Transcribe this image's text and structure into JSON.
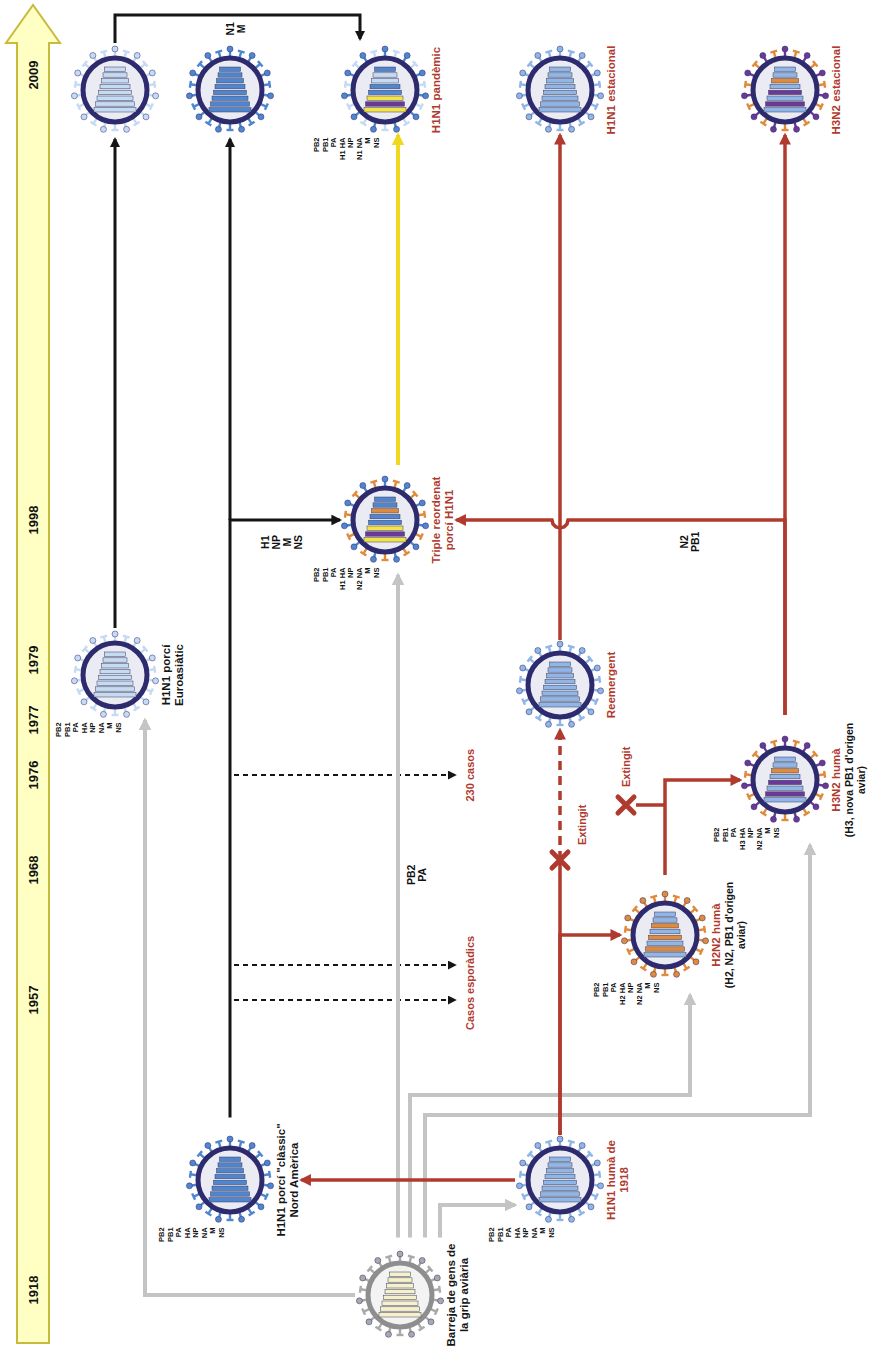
{
  "diagram": {
    "nodes": [
      {
        "text": [
          "Barreja de gens de la grip aviària"
        ]
      },
      {
        "text": [
          "PB2",
          "PB1",
          "PA",
          "HA",
          "NP",
          "NA",
          "M",
          "NS",
          "H1N1 porcí \"clàssic\" Nord Amèrica"
        ]
      },
      {
        "text": [
          "PB2",
          "PB1",
          "PA",
          "HA",
          "NP",
          "NA",
          "M",
          "NS",
          "H1N1 humà de 1918"
        ]
      },
      {
        "text": [
          "PB2",
          "PB1",
          "PA",
          "H2 HA",
          "NP",
          "N2 NA",
          "M",
          "NS",
          "H2N2 humà",
          "(H2, N2, PB1 d'origen aviar)"
        ]
      },
      {
        "text": [
          "PB2",
          "PB1",
          "PA",
          "H3 HA",
          "NP",
          "N2 NA",
          "M",
          "NS",
          "H3N2 humà",
          "(H3, nova PB1 d'origen aviar)"
        ]
      },
      {
        "text": [
          "PB2",
          "PB1",
          "PA",
          "HA",
          "NP",
          "NA",
          "M",
          "NS",
          "H1N1 porcí Euroasiàtic"
        ]
      },
      {
        "text": [
          "Reemergent"
        ]
      },
      {
        "text": [
          "PB2",
          "PB1",
          "PA",
          "H1 HA",
          "NP",
          "N2 NA",
          "M",
          "NS",
          "Triple reordenat porcí H1N1"
        ]
      },
      {
        "text": [
          "PB2",
          "PB1",
          "PA",
          "H1 HA",
          "NP",
          "N1 NA",
          "M",
          "NS",
          "H1N1 pandèmic"
        ]
      },
      {
        "text": [
          "H1N1 estacional"
        ]
      },
      {
        "text": [
          "H3N2 estacional"
        ]
      }
    ],
    "edges": [
      {
        "from": 0,
        "to": 5,
        "arrow": "to"
      },
      {
        "from": 0,
        "to": 2,
        "arrow": "to"
      },
      {
        "from": 0,
        "to": 3,
        "arrow": "to"
      },
      {
        "from": 0,
        "to": 4,
        "arrow": "to"
      },
      {
        "from": 0,
        "to": 7,
        "arrow": "to",
        "label": "PB2 PA"
      },
      {
        "from": 2,
        "to": 1,
        "arrow": "to"
      },
      {
        "from": 2,
        "to": 6,
        "arrow": "to"
      },
      {
        "from": 2,
        "to": 3,
        "arrow": "to"
      },
      {
        "from": 3,
        "to": 4,
        "arrow": "to"
      },
      {
        "from": 1,
        "to": 7,
        "arrow": "to",
        "label": "H1 NP M NS"
      },
      {
        "from": 4,
        "to": 7,
        "arrow": "to",
        "label": "N2 PB1"
      },
      {
        "from": 4,
        "to": 10,
        "arrow": "to"
      },
      {
        "from": 6,
        "to": 9,
        "arrow": "to"
      },
      {
        "from": 7,
        "to": 8,
        "arrow": "to"
      }
    ],
    "labels": [
      "1918",
      "1957",
      "1968",
      "1976",
      "1977",
      "1979",
      "1998",
      "2009",
      "Casos esporàdics",
      "230 casos",
      "Extingit",
      "Extingit",
      "N1 M"
    ]
  }
}
